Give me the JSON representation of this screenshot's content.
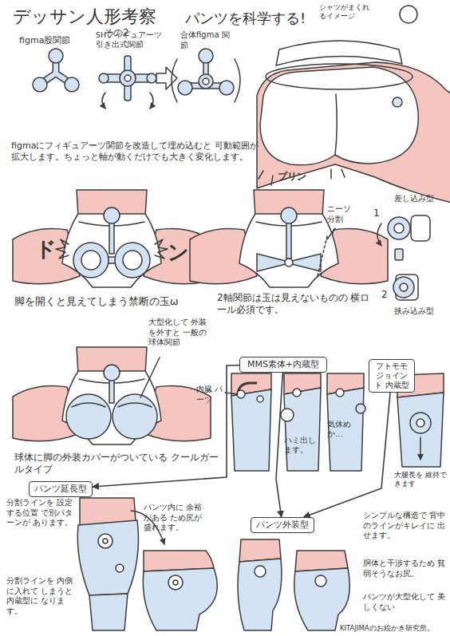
{
  "diagram": {
    "title": "デッサン人形考察",
    "nodes": [
      {
        "text": [
          "MMS素体+内蔵型"
        ]
      },
      {
        "text": [
          "フトモモ ジョイント 内蔵型"
        ]
      },
      {
        "text": [
          "パンツ延長型"
        ]
      },
      {
        "text": [
          "パンツ外装型"
        ]
      }
    ],
    "edges": [
      {
        "from": 0,
        "to": 2,
        "arrow": "to"
      },
      {
        "from": 0,
        "to": 3,
        "arrow": "to"
      },
      {
        "from": 1,
        "to": 3,
        "arrow": "to"
      }
    ],
    "labels": [
      "その2",
      "パンツを科学する!",
      "シャツがまくれるイメージ",
      "figma股関節",
      "SHフィギュアーツ 引き出式関節",
      "合体figma 関節",
      "figmaにフィギュアーツ関節を改造して埋め込むと 可動範囲が拡大します。ちょっと軸が動くだけでも大きく変化します。",
      "プリン",
      "ド",
      "ン",
      "脚を開くと見えてしまう禁断の玉ω",
      "ニーソ 分割",
      "2軸関節は玉は見えないものの 横ロール必須です。",
      "1",
      "差し込み型",
      "2",
      "挟み込み型",
      "大型化して 外装を外すと 一般の球体関節",
      "球体に脚の外装カバーがついている クールガールタイプ",
      "内臓 パーツ",
      "ハミ出し ます。",
      "気休め か…",
      "大腿長を 維持できます",
      "分割ラインを 設定する位置 で別パターンが あります。",
      "分割ラインを 内側に入れて しまうと内蔵型に なります。",
      "パンツ内に 余裕がある ため尻が 盛れます。",
      "シンプルな構造で 背中のラインがキレイに 出せます。",
      "胴体と干渉するため 貧弱そうなお尻。",
      "パンツが大型化して 美しくない",
      "KITAJIMAのお絵かき研究所。"
    ]
  }
}
